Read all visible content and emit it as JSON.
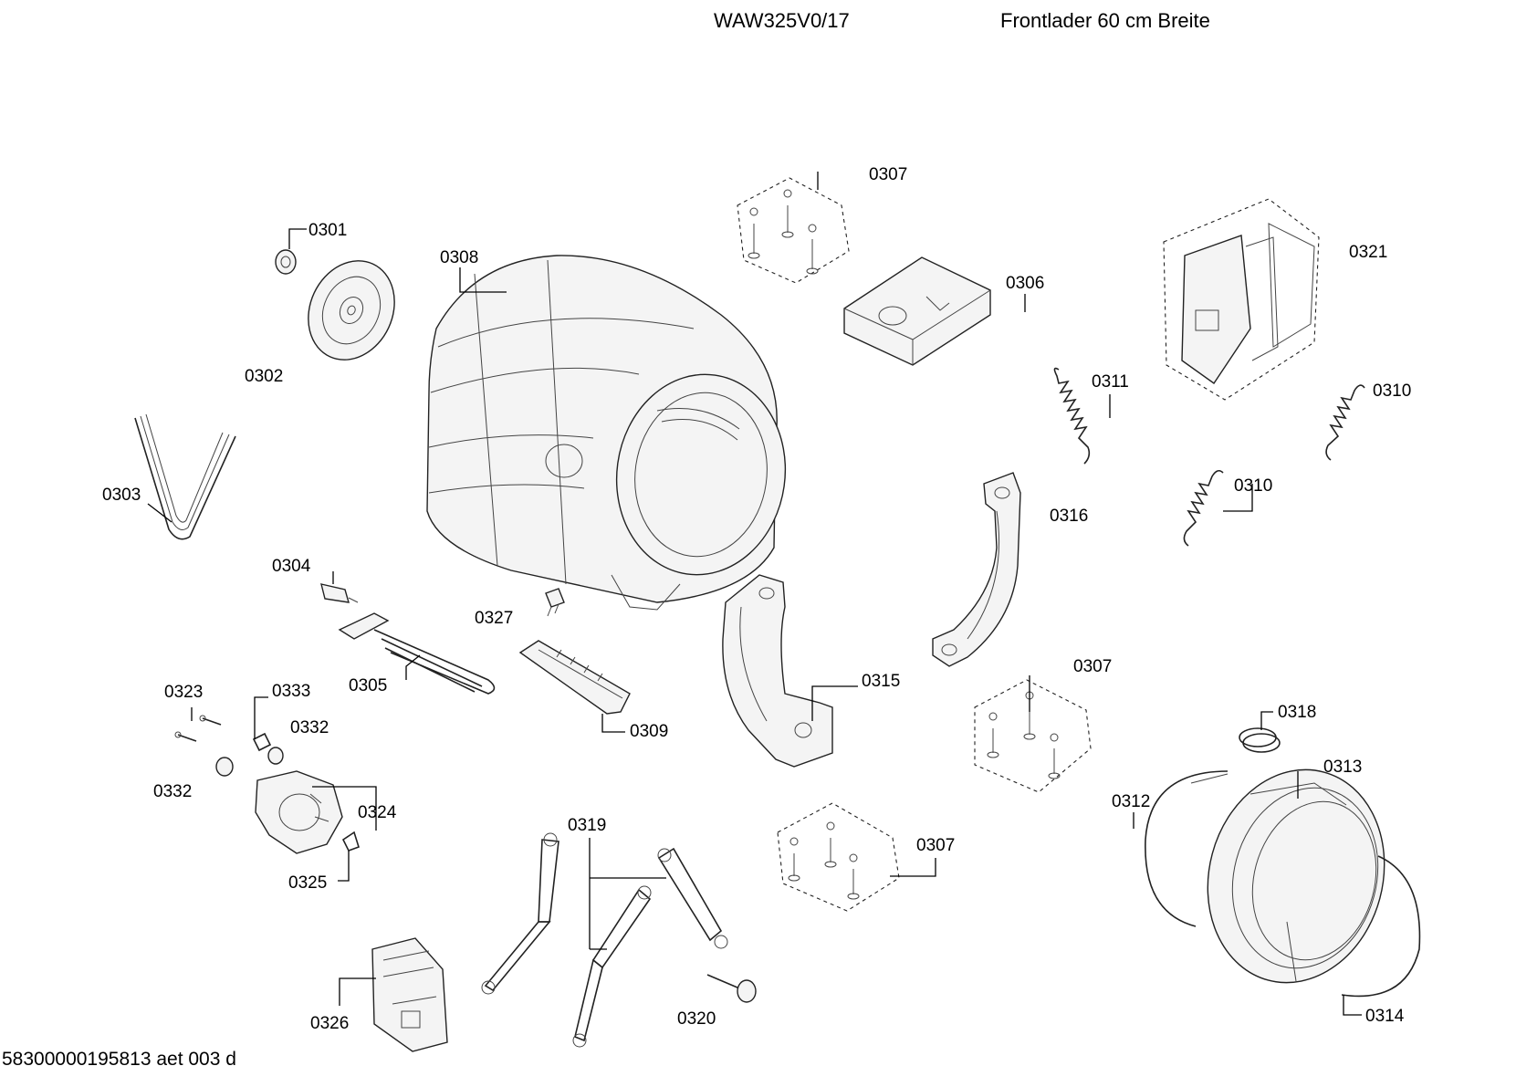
{
  "header": {
    "model": "WAW325V0/17",
    "description": "Frontlader 60 cm Breite"
  },
  "footer": {
    "document_id": "58300000195813 aet 003 d"
  },
  "callouts": {
    "c0301": "0301",
    "c0302": "0302",
    "c0303": "0303",
    "c0304": "0304",
    "c0305": "0305",
    "c0306": "0306",
    "c0307_top": "0307",
    "c0307_mid": "0307",
    "c0307_low": "0307",
    "c0308": "0308",
    "c0309": "0309",
    "c0310_a": "0310",
    "c0310_b": "0310",
    "c0311": "0311",
    "c0312": "0312",
    "c0313": "0313",
    "c0314": "0314",
    "c0315": "0315",
    "c0316": "0316",
    "c0318": "0318",
    "c0319": "0319",
    "c0320": "0320",
    "c0321": "0321",
    "c0323": "0323",
    "c0324": "0324",
    "c0325": "0325",
    "c0326": "0326",
    "c0327": "0327",
    "c0332_a": "0332",
    "c0332_b": "0332",
    "c0333": "0333"
  }
}
